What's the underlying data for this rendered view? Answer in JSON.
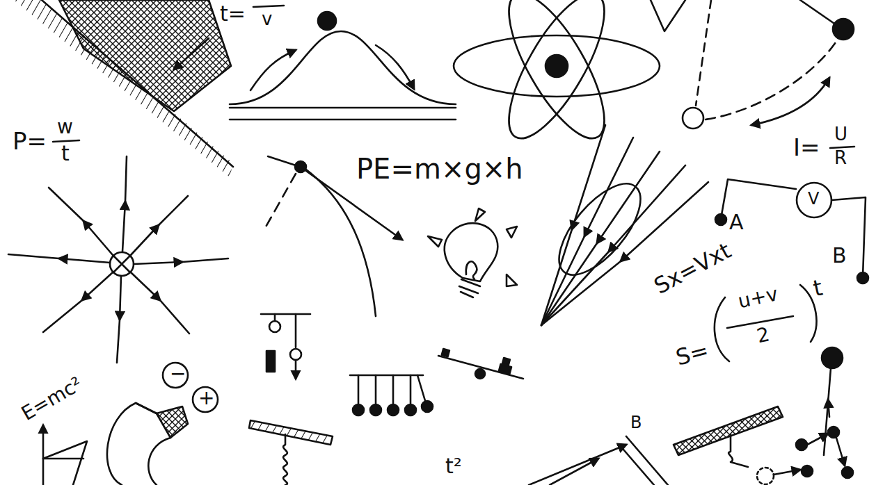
{
  "diagram": {
    "labels": [
      "t=",
      "v",
      "P=",
      "w",
      "t",
      "PE=m×g×h",
      "I=",
      "U",
      "R",
      "V",
      "A",
      "B",
      "Sx=Vxt",
      "S=",
      "u+v",
      "2",
      "t",
      "E=mc²",
      "−",
      "+",
      "t²",
      "B"
    ]
  }
}
